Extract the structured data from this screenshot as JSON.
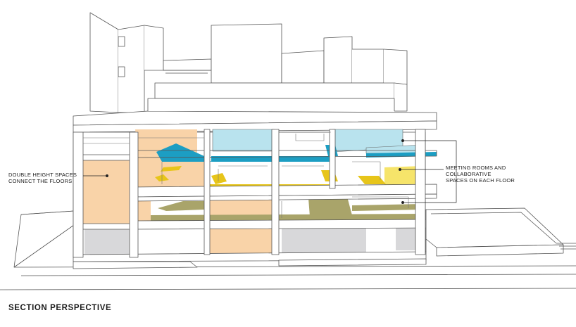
{
  "labels": {
    "double_height": "DOUBLE HEIGHT SPACES\nCONNECT THE FLOORS",
    "meeting_rooms": "MEETING ROOMS AND COLLABORATIVE\nSPACES ON EACH FLOOR",
    "footer_title": "SECTION PERSPECTIVE"
  },
  "colors": {
    "double_height_fill": "#f9d3a8",
    "meeting_room_blue": "#b9e3ee",
    "slab_edge_blue": "#1c9ec3",
    "meeting_room_yellow": "#f6e46a",
    "slab_edge_yellow": "#e7c51a",
    "olive": "#a9a46a",
    "grey_room": "#d8d8da",
    "line": "#444444"
  }
}
